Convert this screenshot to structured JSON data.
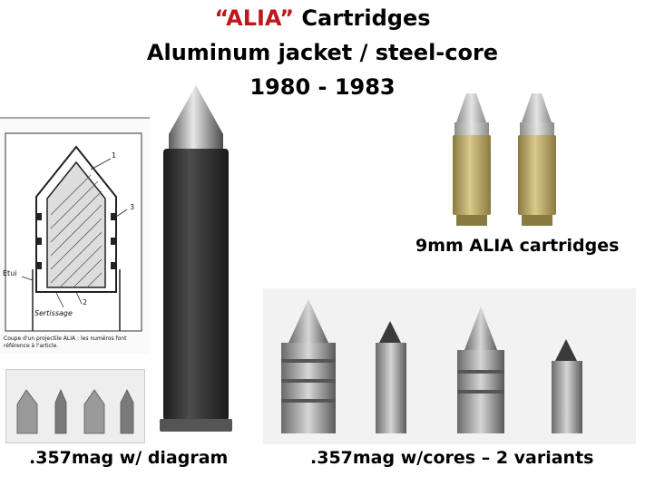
{
  "title": {
    "quoted": "“ALIA”",
    "rest": " Cartridges",
    "line2": "Aluminum jacket / steel-core",
    "line3": "1980 - 1983"
  },
  "captions": {
    "nine_mm": "9mm ALIA cartridges",
    "left": ".357mag  w/ diagram",
    "right": ".357mag  w/cores – 2 variants"
  },
  "diagram": {
    "label_1": "1",
    "label_2": "2",
    "label_3": "3",
    "label_etui": "Etui",
    "label_sertissage": "Sertissage",
    "caption_text": "Coupe d'un projectile ALIA : les numéros font référence à l'article."
  },
  "colors": {
    "accent_red": "#c0161c"
  }
}
